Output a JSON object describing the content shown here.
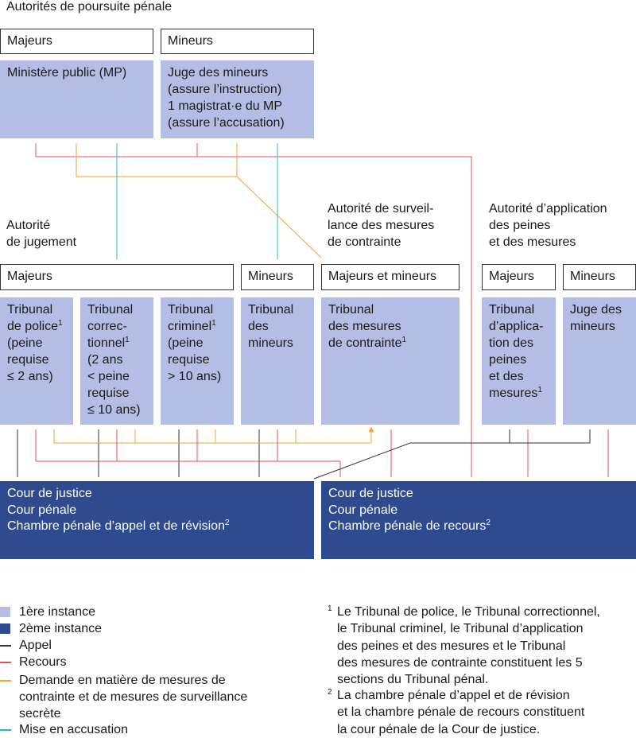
{
  "colors": {
    "first_instance": "#b4bde3",
    "second_instance": "#2d4b8e",
    "appel": "#333333",
    "recours": "#e8505b",
    "demande": "#f2a33a",
    "accusation": "#2bb5d6"
  },
  "poursuite": {
    "title": "Autorités de poursuite pénale",
    "majeurs_label": "Majeurs",
    "mineurs_label": "Mineurs",
    "mp": "Ministère public (MP)",
    "juge_mineurs": [
      "Juge des mineurs",
      "(assure l’instruction)",
      "1 magistrat·e du MP",
      "(assure l’accusation)"
    ]
  },
  "jugement": {
    "title": [
      "Autorité",
      "de jugement"
    ],
    "majeurs_label": "Majeurs",
    "mineurs_label": "Mineurs",
    "tribunal_police": [
      "Tribunal",
      "de police",
      "(peine",
      "requise",
      "≤ 2 ans)"
    ],
    "tribunal_correctionnel": [
      "Tribunal",
      "correc-",
      "tionnel",
      "(2 ans",
      "< peine",
      "requise",
      "≤ 10 ans)"
    ],
    "tribunal_criminel": [
      "Tribunal",
      "criminel",
      "(peine",
      "requise",
      "> 10 ans)"
    ],
    "tribunal_mineurs": [
      "Tribunal",
      "des",
      "mineurs"
    ]
  },
  "surveillance": {
    "title": [
      "Autorité de surveil-",
      "lance des mesures",
      "de contrainte"
    ],
    "label": "Majeurs et mineurs",
    "tribunal": [
      "Tribunal",
      "des mesures",
      "de contrainte"
    ]
  },
  "application": {
    "title": [
      "Autorité d’application",
      "des peines",
      "et des mesures"
    ],
    "majeurs_label": "Majeurs",
    "mineurs_label": "Mineurs",
    "tribunal": [
      "Tribunal",
      "d’applica-",
      "tion des",
      "peines",
      "et des",
      "mesures"
    ],
    "juge": [
      "Juge des",
      "mineurs"
    ]
  },
  "cour": {
    "left": [
      "Cour de justice",
      "Cour pénale",
      "Chambre pénale d’appel et de révision"
    ],
    "right": [
      "Cour de justice",
      "Cour pénale",
      "Chambre pénale de recours"
    ]
  },
  "footnote_marks": {
    "one": "1",
    "two": "2"
  },
  "legend": {
    "first": "1ère instance",
    "second": "2ème instance",
    "appel": "Appel",
    "recours": "Recours",
    "demande": [
      "Demande en matière de mesures de",
      "contrainte et de mesures de surveillance",
      "secrète"
    ],
    "accusation": "Mise en accusation"
  },
  "footnotes": {
    "one": [
      "Le Tribunal de police, le Tribunal correctionnel,",
      "le Tribunal criminel, le Tribunal d’application",
      "des peines et des mesures et le Tribunal",
      "des mesures de contrainte constituent les 5",
      "sections du Tribunal pénal."
    ],
    "two": [
      "La chambre pénale d’appel et de révision",
      "et la chambre pénale de recours constituent",
      "la cour pénale de la Cour de justice."
    ]
  }
}
